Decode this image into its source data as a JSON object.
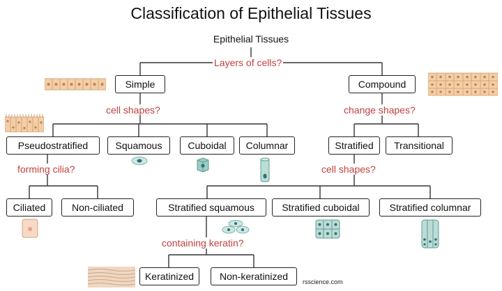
{
  "title": "Classification of Epithelial Tissues",
  "root": "Epithelial Tissues",
  "questions": {
    "layers": "Layers of cells?",
    "simple_shapes": "cell shapes?",
    "change_shapes": "change shapes?",
    "cilia": "forming cilia?",
    "stratified_shapes": "cell shapes?",
    "keratin": "containing keratin?"
  },
  "nodes": {
    "simple": "Simple",
    "compound": "Compound",
    "pseudostratified": "Pseudostratified",
    "squamous": "Squamous",
    "cuboidal": "Cuboidal",
    "columnar": "Columnar",
    "stratified": "Stratified",
    "transitional": "Transitional",
    "ciliated": "Ciliated",
    "non_ciliated": "Non-ciliated",
    "stratified_squamous": "Stratified squamous",
    "stratified_cuboidal": "Stratified cuboidal",
    "stratified_columnar": "Stratified columnar",
    "keratinized": "Keratinized",
    "non_keratinized": "Non-keratinized"
  },
  "credit": "rsscience.com",
  "colors": {
    "question_text": "#c0413f",
    "cell_tan": "#f2cfa6",
    "cell_teal": "#9cccc4",
    "nucleus": "#2f6f7a"
  }
}
